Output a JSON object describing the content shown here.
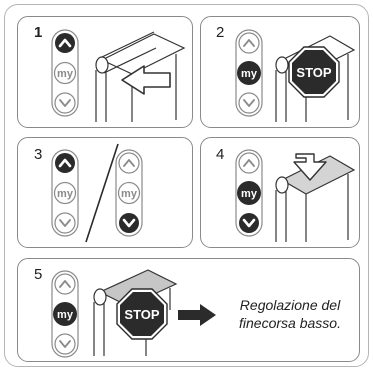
{
  "steps": [
    {
      "number": "1"
    },
    {
      "number": "2",
      "sign": "STOP"
    },
    {
      "number": "3"
    },
    {
      "number": "4"
    },
    {
      "number": "5",
      "sign": "STOP",
      "caption_line1": "Regolazione del",
      "caption_line2": "finecorsa basso."
    }
  ],
  "remote": {
    "my_label": "my"
  },
  "icons": {
    "up": "chevron-up-icon",
    "down": "chevron-down-icon",
    "my": "my-button",
    "stop": "stop-sign-icon",
    "arrow": "arrow-icon",
    "roller": "roller-blind-icon"
  },
  "colors": {
    "dark": "#2b2b2b",
    "outline": "#8a8a8a",
    "light_gray": "#d4d4d4",
    "shadow_gray": "#c6c6c6"
  }
}
